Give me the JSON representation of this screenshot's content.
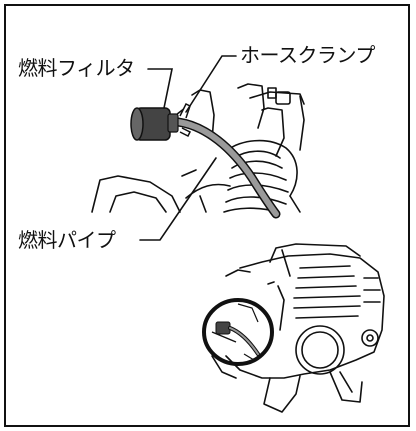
{
  "labels": {
    "fuel_filter": "燃料フィルタ",
    "hose_clamp": "ホースクランプ",
    "fuel_pipe": "燃料パイプ"
  },
  "colors": {
    "line": "#111111",
    "pipe": "#888888",
    "filter": "#444444",
    "background": "#ffffff"
  }
}
